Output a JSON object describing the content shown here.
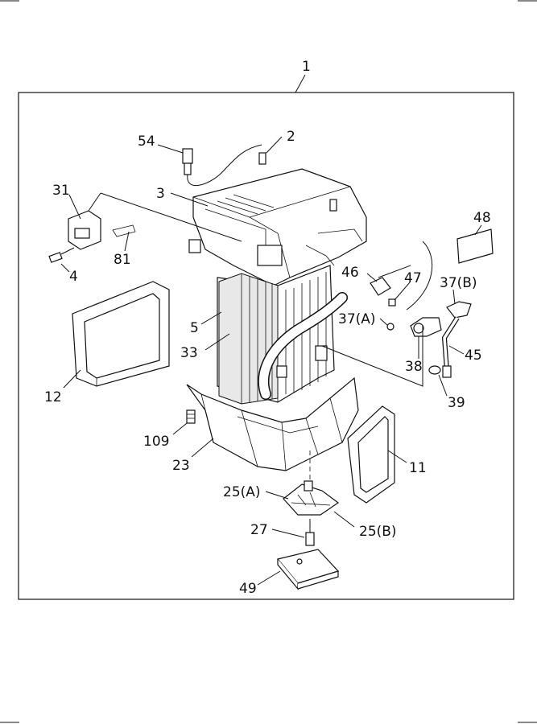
{
  "diagram": {
    "assembly_label": "1",
    "parts": [
      {
        "id": "p54",
        "label": "54"
      },
      {
        "id": "p2",
        "label": "2"
      },
      {
        "id": "p31",
        "label": "31"
      },
      {
        "id": "p3",
        "label": "3"
      },
      {
        "id": "p48",
        "label": "48"
      },
      {
        "id": "p81",
        "label": "81"
      },
      {
        "id": "p4",
        "label": "4"
      },
      {
        "id": "p46",
        "label": "46"
      },
      {
        "id": "p47",
        "label": "47"
      },
      {
        "id": "p37b",
        "label": "37(B)"
      },
      {
        "id": "p37a",
        "label": "37(A)"
      },
      {
        "id": "p5",
        "label": "5"
      },
      {
        "id": "p33",
        "label": "33"
      },
      {
        "id": "p45",
        "label": "45"
      },
      {
        "id": "p38",
        "label": "38"
      },
      {
        "id": "p12",
        "label": "12"
      },
      {
        "id": "p39",
        "label": "39"
      },
      {
        "id": "p109",
        "label": "109"
      },
      {
        "id": "p23",
        "label": "23"
      },
      {
        "id": "p11",
        "label": "11"
      },
      {
        "id": "p25a",
        "label": "25(A)"
      },
      {
        "id": "p27",
        "label": "27"
      },
      {
        "id": "p25b",
        "label": "25(B)"
      },
      {
        "id": "p49",
        "label": "49"
      }
    ]
  }
}
